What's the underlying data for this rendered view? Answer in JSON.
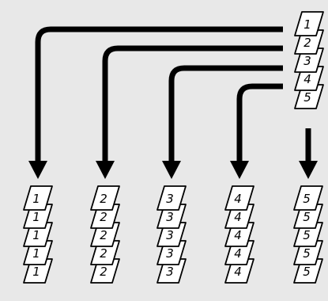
{
  "colors": {
    "background": "#e8e8e8",
    "sheet_fill": "#ffffff",
    "ink": "#000000"
  },
  "source_stack": {
    "labels": [
      "1",
      "2",
      "3",
      "4",
      "5"
    ]
  },
  "sorted_stacks": [
    {
      "labels": [
        "1",
        "1",
        "1",
        "1",
        "1"
      ]
    },
    {
      "labels": [
        "2",
        "2",
        "2",
        "2",
        "2"
      ]
    },
    {
      "labels": [
        "3",
        "3",
        "3",
        "3",
        "3"
      ]
    },
    {
      "labels": [
        "4",
        "4",
        "4",
        "4",
        "4"
      ]
    },
    {
      "labels": [
        "5",
        "5",
        "5",
        "5",
        "5"
      ]
    }
  ],
  "connections": [
    {
      "from": 0,
      "to": 0,
      "arrow_icon": "bent-arrow-icon"
    },
    {
      "from": 1,
      "to": 1,
      "arrow_icon": "bent-arrow-icon"
    },
    {
      "from": 2,
      "to": 2,
      "arrow_icon": "bent-arrow-icon"
    },
    {
      "from": 3,
      "to": 3,
      "arrow_icon": "bent-arrow-icon"
    },
    {
      "from": 4,
      "to": 4,
      "arrow_icon": "down-arrow-icon"
    }
  ]
}
